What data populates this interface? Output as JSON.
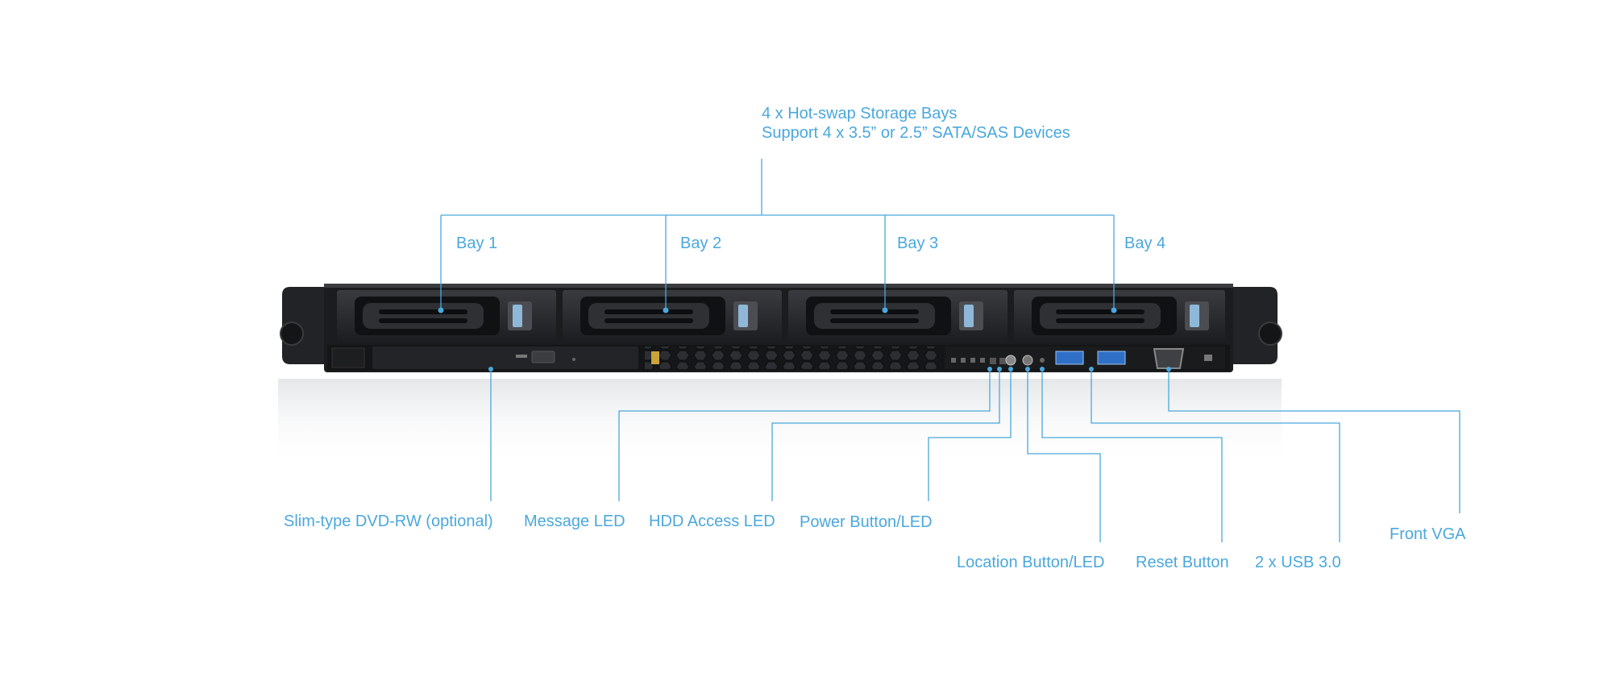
{
  "diagram": {
    "colors": {
      "accent": "#4aa8dd",
      "chassis": "#1b1c1e",
      "bezel": "#2a2b2e",
      "usb_blue": "#2f6fc6"
    },
    "storage_heading": {
      "line1": "4 x Hot-swap Storage Bays",
      "line2": "Support 4 x 3.5” or 2.5” SATA/SAS Devices"
    },
    "bays": [
      "Bay 1",
      "Bay 2",
      "Bay 3",
      "Bay 4"
    ],
    "callouts": {
      "dvd": "Slim-type DVD-RW (optional)",
      "message_led": "Message LED",
      "hdd_led": "HDD Access LED",
      "power": "Power Button/LED",
      "location": "Location Button/LED",
      "reset": "Reset Button",
      "usb": "2 x USB 3.0",
      "vga": "Front VGA"
    }
  }
}
